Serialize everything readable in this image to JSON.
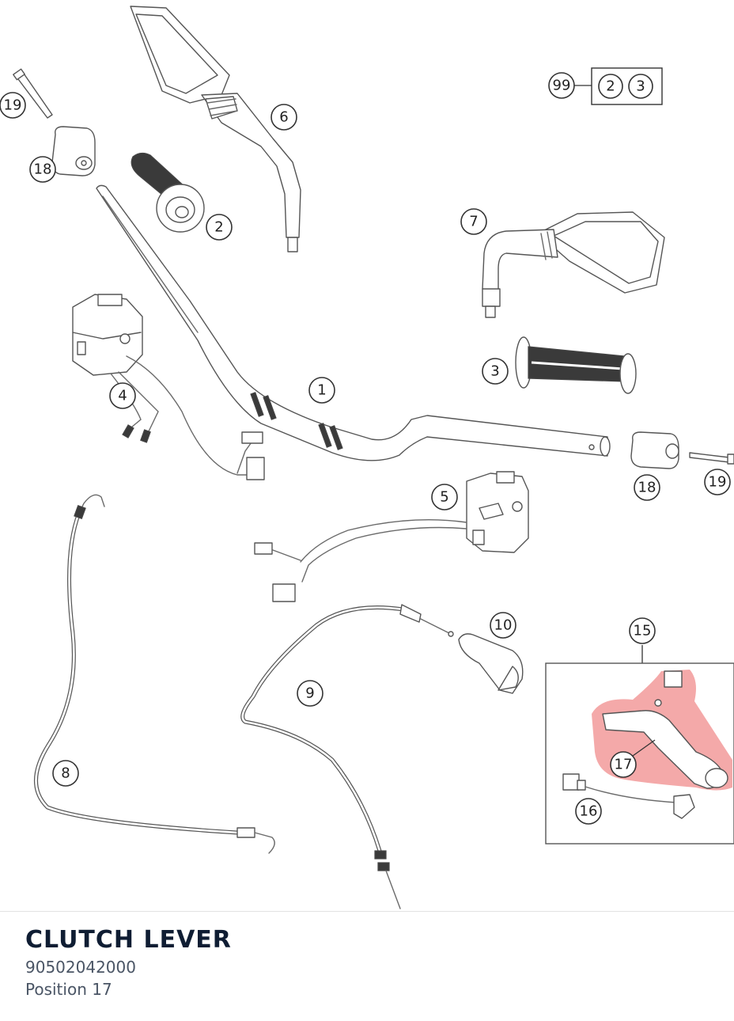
{
  "callouts": {
    "c19a": "19",
    "c18a": "18",
    "c6": "6",
    "c2": "2",
    "c99": "99",
    "c99_2": "2",
    "c99_3": "3",
    "c7": "7",
    "c3": "3",
    "c4": "4",
    "c1": "1",
    "c18b": "18",
    "c19b": "19",
    "c5": "5",
    "c10": "10",
    "c15": "15",
    "c9": "9",
    "c8": "8",
    "c17": "17",
    "c16": "16"
  },
  "highlight": {
    "color": "#f29a9a",
    "part": "17"
  },
  "part_info": {
    "name": "CLUTCH LEVER",
    "number": "90502042000",
    "position": "Position 17"
  }
}
